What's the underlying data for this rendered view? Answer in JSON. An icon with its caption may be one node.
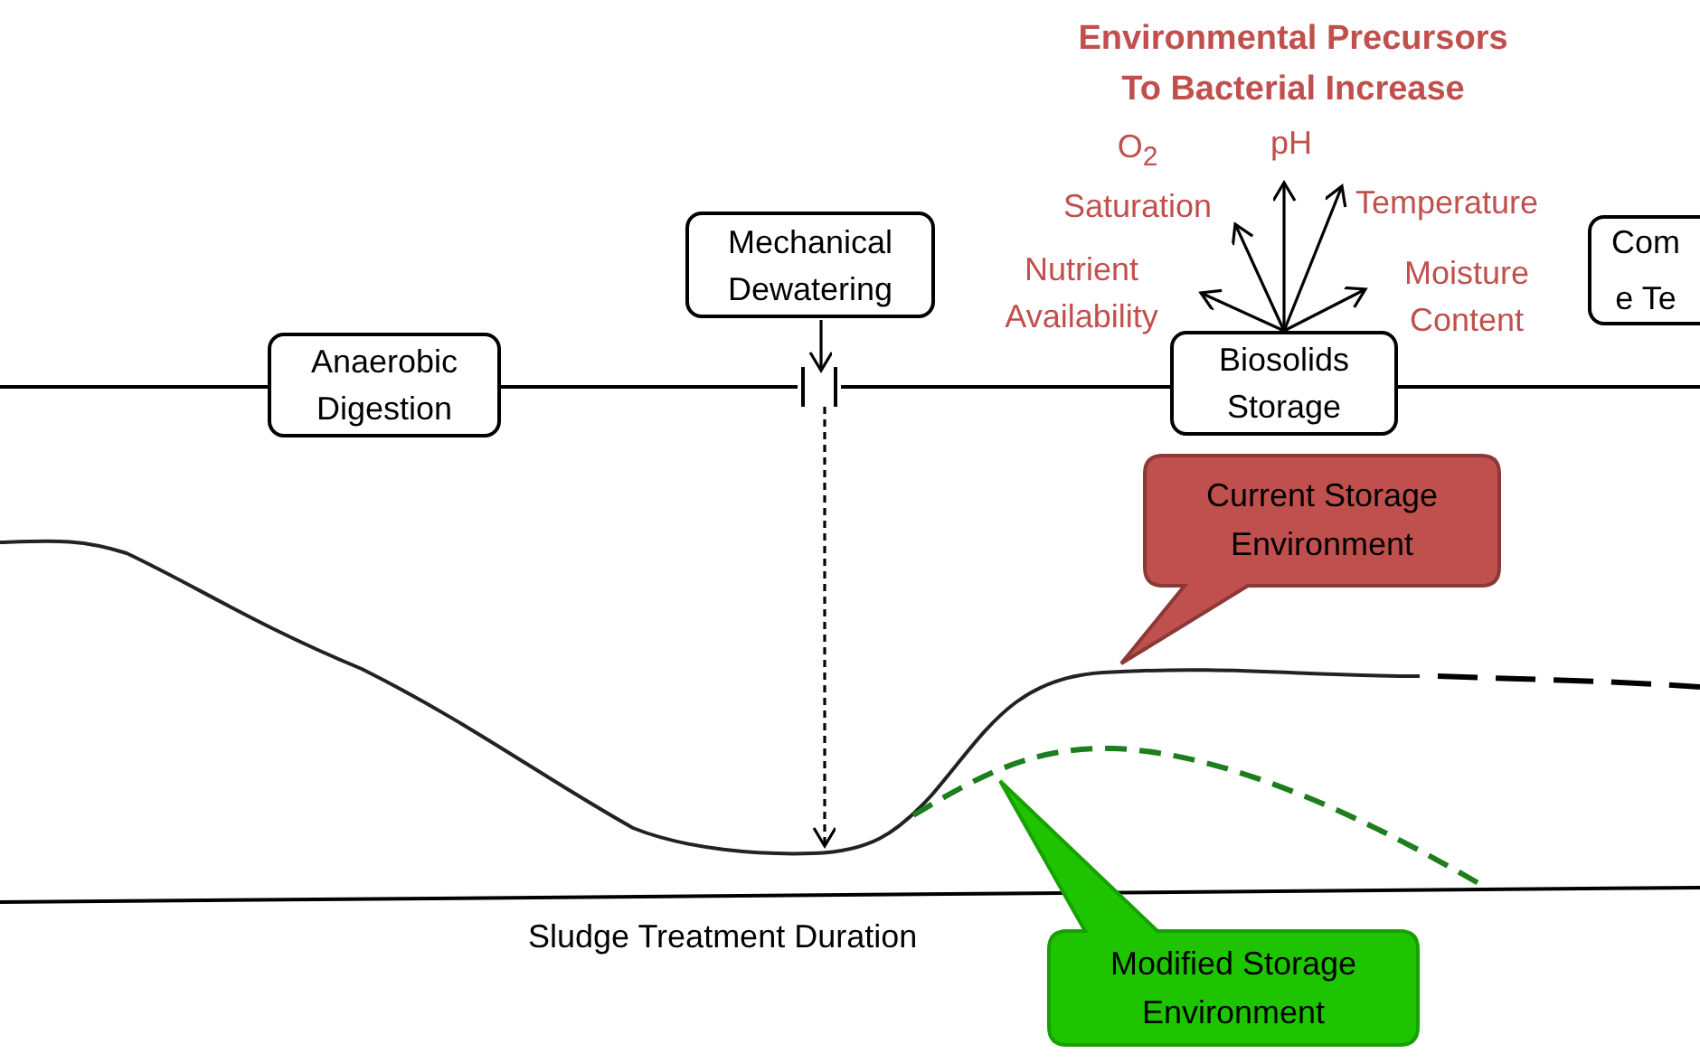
{
  "diagram": {
    "title": "Environmental Precursors To Bacterial Increase",
    "nodes": [
      {
        "text": [
          "Anaerobic Digestion"
        ]
      },
      {
        "text": [
          "Mechanical Dewatering"
        ]
      },
      {
        "text": [],
        "shape": "bar"
      },
      {
        "text": [
          "Biosolids Storage"
        ]
      },
      {
        "text": [
          "Nutrient Availability"
        ]
      },
      {
        "text": [
          "O$_{2}$ Saturation"
        ]
      },
      {
        "text": [
          "pH"
        ]
      },
      {
        "text": [
          "Temperature"
        ]
      },
      {
        "text": [
          "Moisture Content"
        ]
      },
      {
        "text": [
          "Com e Te"
        ]
      },
      {
        "text": [
          "Current Storage Environment"
        ]
      },
      {
        "text": [
          "Modified Storage Environment"
        ]
      }
    ],
    "edges": [
      {
        "from": 1,
        "to": 2,
        "arrow": "to"
      },
      {
        "from": 2,
        "to": null,
        "arrow": "to",
        "style": "dashed"
      },
      {
        "from": 3,
        "to": 4,
        "arrow": "to"
      },
      {
        "from": 3,
        "to": 5,
        "arrow": "to"
      },
      {
        "from": 3,
        "to": 6,
        "arrow": "to"
      },
      {
        "from": 3,
        "to": 7,
        "arrow": "to"
      },
      {
        "from": 3,
        "to": 8,
        "arrow": "to"
      }
    ],
    "labels": [
      "Sludge Treatment Duration"
    ]
  }
}
